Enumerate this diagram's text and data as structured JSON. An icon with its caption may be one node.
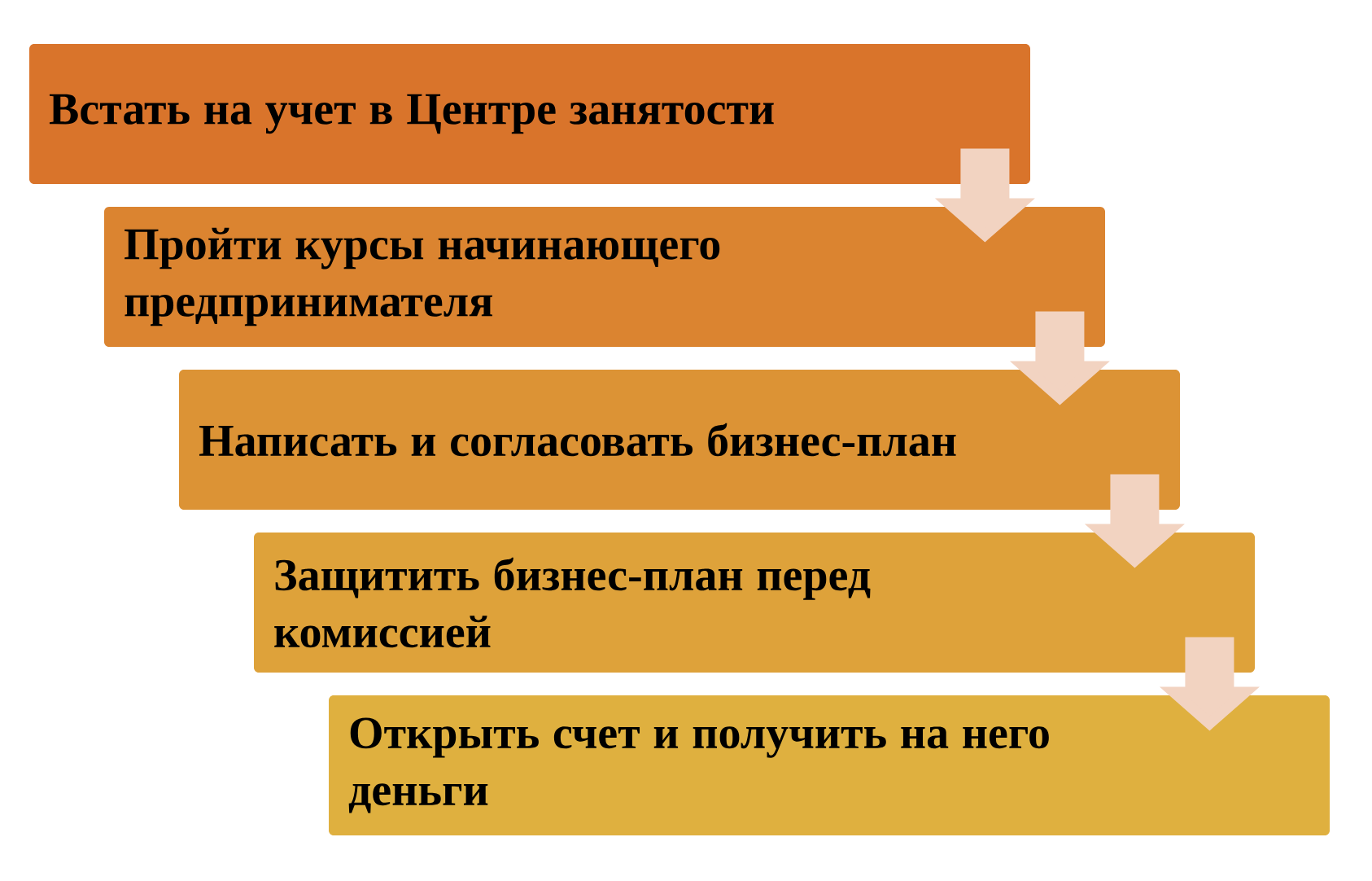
{
  "diagram": {
    "nodes": [
      {
        "text": [
          "Встать на учет в Центре занятости"
        ]
      },
      {
        "text": [
          "Пройти курсы начинающего предпринимателя"
        ]
      },
      {
        "text": [
          "Написать и согласовать бизнес-план"
        ]
      },
      {
        "text": [
          "Защитить бизнес-план перед комиссией"
        ]
      },
      {
        "text": [
          "Открыть счет и получить на него деньги"
        ]
      }
    ],
    "edges": [
      {
        "from": 0,
        "to": 1,
        "arrow": "to"
      },
      {
        "from": 1,
        "to": 2,
        "arrow": "to"
      },
      {
        "from": 2,
        "to": 3,
        "arrow": "to"
      },
      {
        "from": 3,
        "to": 4,
        "arrow": "to"
      }
    ]
  }
}
